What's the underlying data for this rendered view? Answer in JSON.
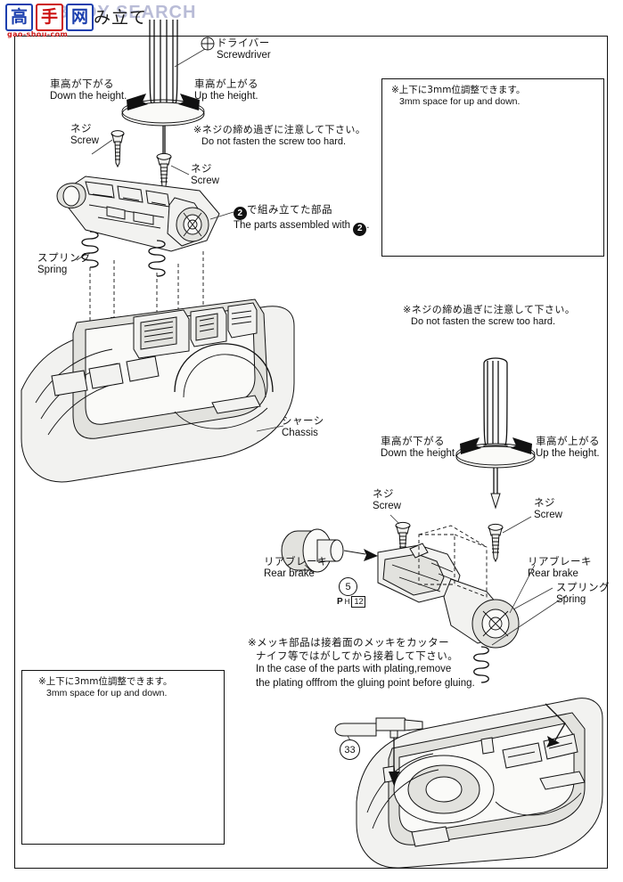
{
  "watermark": {
    "tiles": [
      "高",
      "手",
      "网"
    ],
    "url": "gao-shou-com",
    "ghost_text": "BODY SEARCH"
  },
  "header": {
    "title_jp": "組み立て"
  },
  "labels": {
    "screwdriver": {
      "jp": "ドライバー",
      "en": "Screwdriver"
    },
    "up_height_top": {
      "jp": "車高が上がる",
      "en": "Up the height."
    },
    "down_height_top": {
      "jp": "車高が下がる",
      "en": "Down the height."
    },
    "screw_top_left": {
      "jp": "ネジ",
      "en": "Screw"
    },
    "screw_top_right": {
      "jp": "ネジ",
      "en": "Screw"
    },
    "spring_top": {
      "jp": "スプリング",
      "en": "Spring"
    },
    "chassis": {
      "jp": "シャーシ",
      "en": "Chassis"
    },
    "assembled_jp_pre": "で組み立てた部品",
    "assembled_en_pre": "The parts assembled with",
    "assembled_mark": "2",
    "assembled_en_post": ".",
    "down_height_bottom": {
      "jp": "車高が下がる",
      "en": "Down the height."
    },
    "up_height_bottom": {
      "jp": "車高が上がる",
      "en": "Up the height."
    },
    "screw_bottom_left": {
      "jp": "ネジ",
      "en": "Screw"
    },
    "screw_bottom_right": {
      "jp": "ネジ",
      "en": "Screw"
    },
    "rear_brake_left": {
      "jp": "リアブレーキ",
      "en": "Rear brake"
    },
    "rear_brake_right": {
      "jp": "リアブレーキ",
      "en": "Rear brake"
    },
    "spring_bottom": {
      "jp": "スプリング",
      "en": "Spring"
    }
  },
  "notes": {
    "screw_top": {
      "jp": "※ネジの締め過ぎに注意して下さい。",
      "en": "Do not fasten the screw too hard."
    },
    "screw_mid": {
      "jp": "※ネジの締め過ぎに注意して下さい。",
      "en": "Do not fasten the screw too hard."
    },
    "plating": {
      "jp1": "※メッキ部品は接着面のメッキをカッター",
      "jp2": "ナイフ等ではがしてから接着して下さい。",
      "en1": "In the case of the parts with plating,remove",
      "en2": "the plating offfrom the gluing point before gluing."
    }
  },
  "insets": {
    "top_right": {
      "jp": "※上下に3mm位調整できます。",
      "en": "3mm space for up and down."
    },
    "bottom_left": {
      "jp": "※上下に3mm位調整できます。",
      "en": "3mm space for up and down."
    }
  },
  "part_marks": {
    "step5": "5",
    "step5_code_prefix": "P",
    "step5_code_sub": "H",
    "step5_code_num": "12",
    "part33": "33"
  },
  "colors": {
    "ink": "#111111",
    "watermark_blue": "#1b3fae",
    "watermark_red": "#cf1b1b",
    "ghost": "#9fa3c8",
    "paper": "#ffffff"
  }
}
